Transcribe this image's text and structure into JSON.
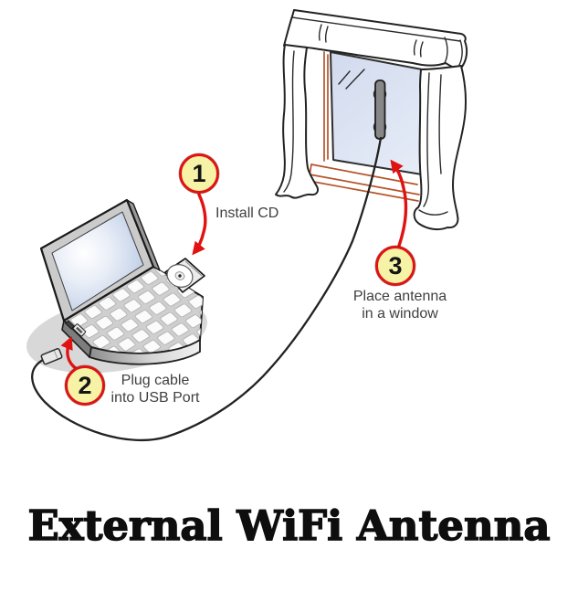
{
  "title": "External WiFi Antenna",
  "steps": [
    {
      "number": "1",
      "lines": [
        "Install CD"
      ]
    },
    {
      "number": "2",
      "lines": [
        "Plug cable",
        "into USB Port"
      ]
    },
    {
      "number": "3",
      "lines": [
        "Place antenna",
        "in a window"
      ]
    }
  ],
  "colors": {
    "callout_fill": "#f6f2a6",
    "callout_border": "#e01212",
    "arrow": "#e01212",
    "label_text": "#3f3f3f",
    "title_text": "#0e0e0e",
    "window_frame": "#b5542a",
    "glass_fill": "#dbe2f1",
    "antenna_gray": "#878787",
    "cable_black": "#222222",
    "shadow_gray": "#d8d8d8"
  }
}
